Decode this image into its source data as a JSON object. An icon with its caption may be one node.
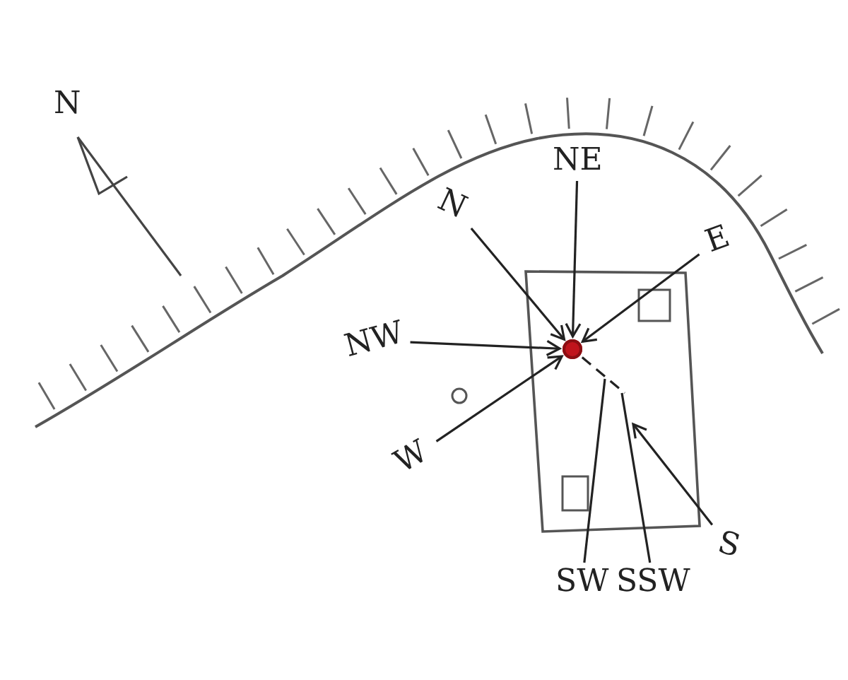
{
  "diagram": {
    "nodes": [
      {
        "text": [
          "NE"
        ]
      },
      {
        "text": [
          "N"
        ]
      },
      {
        "text": [
          "E"
        ]
      },
      {
        "text": [
          "NW"
        ]
      },
      {
        "text": [],
        "shape": "circle"
      },
      {
        "text": [
          "W"
        ]
      },
      {
        "text": [
          "S"
        ]
      },
      {
        "text": [
          "SW"
        ]
      },
      {
        "text": [
          "SSW"
        ]
      }
    ],
    "edges": [
      {
        "from": 0,
        "to": 4,
        "arrow": "to"
      },
      {
        "from": 1,
        "to": 4,
        "arrow": "to"
      },
      {
        "from": 2,
        "to": 4,
        "arrow": "to"
      },
      {
        "from": 3,
        "to": 4,
        "arrow": "to"
      },
      {
        "from": 5,
        "to": 4,
        "arrow": "to"
      },
      {
        "from": 6,
        "to": null,
        "arrow": "to"
      },
      {
        "from": 7,
        "to": null,
        "arrow": "none"
      },
      {
        "from": 8,
        "to": null,
        "arrow": "none"
      },
      {
        "from": 4,
        "to": null,
        "arrow": "none",
        "style": "dashed"
      }
    ],
    "labels": [
      "N"
    ]
  }
}
